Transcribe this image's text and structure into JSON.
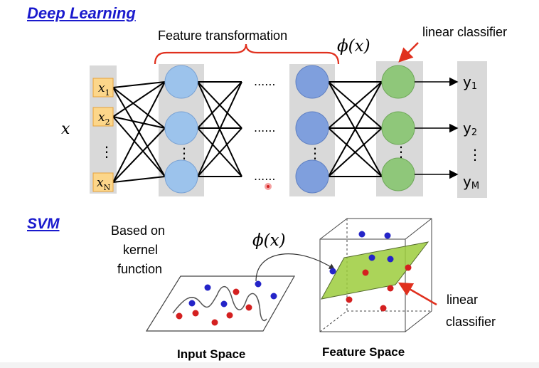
{
  "deep_learning": {
    "title": "Deep Learning",
    "feature_label": "Feature transformation",
    "phi": "ϕ(x)",
    "linear_label": "linear classifier",
    "input_symbol": "x",
    "inputs": [
      {
        "base": "x",
        "sub": "1"
      },
      {
        "base": "x",
        "sub": "2"
      },
      {
        "base": "x",
        "sub": "N"
      }
    ],
    "outputs": [
      {
        "base": "y",
        "sub": "1"
      },
      {
        "base": "y",
        "sub": "2"
      },
      {
        "base": "y",
        "sub": "M"
      }
    ],
    "ellipsis_h": "......",
    "ellipsis_v": "⋮"
  },
  "svm": {
    "title": "SVM",
    "kernel_label": [
      "Based on",
      "kernel",
      "function"
    ],
    "phi": "ϕ(x)",
    "linear_label": [
      "linear",
      "classifier"
    ],
    "input_space_label": "Input Space",
    "feature_space_label": "Feature Space"
  },
  "colors": {
    "title_blue": "#1a1acd",
    "input_box": "#fcd68a",
    "hidden_node": "#9cc3ec",
    "deep_node": "#7f9fdd",
    "output_node": "#8fc77a",
    "column_bg": "#d9d9d9",
    "brace_red": "#e0301e",
    "red_point": "#d42020",
    "blue_point": "#2424c8",
    "plane": "#9ccc3c"
  }
}
